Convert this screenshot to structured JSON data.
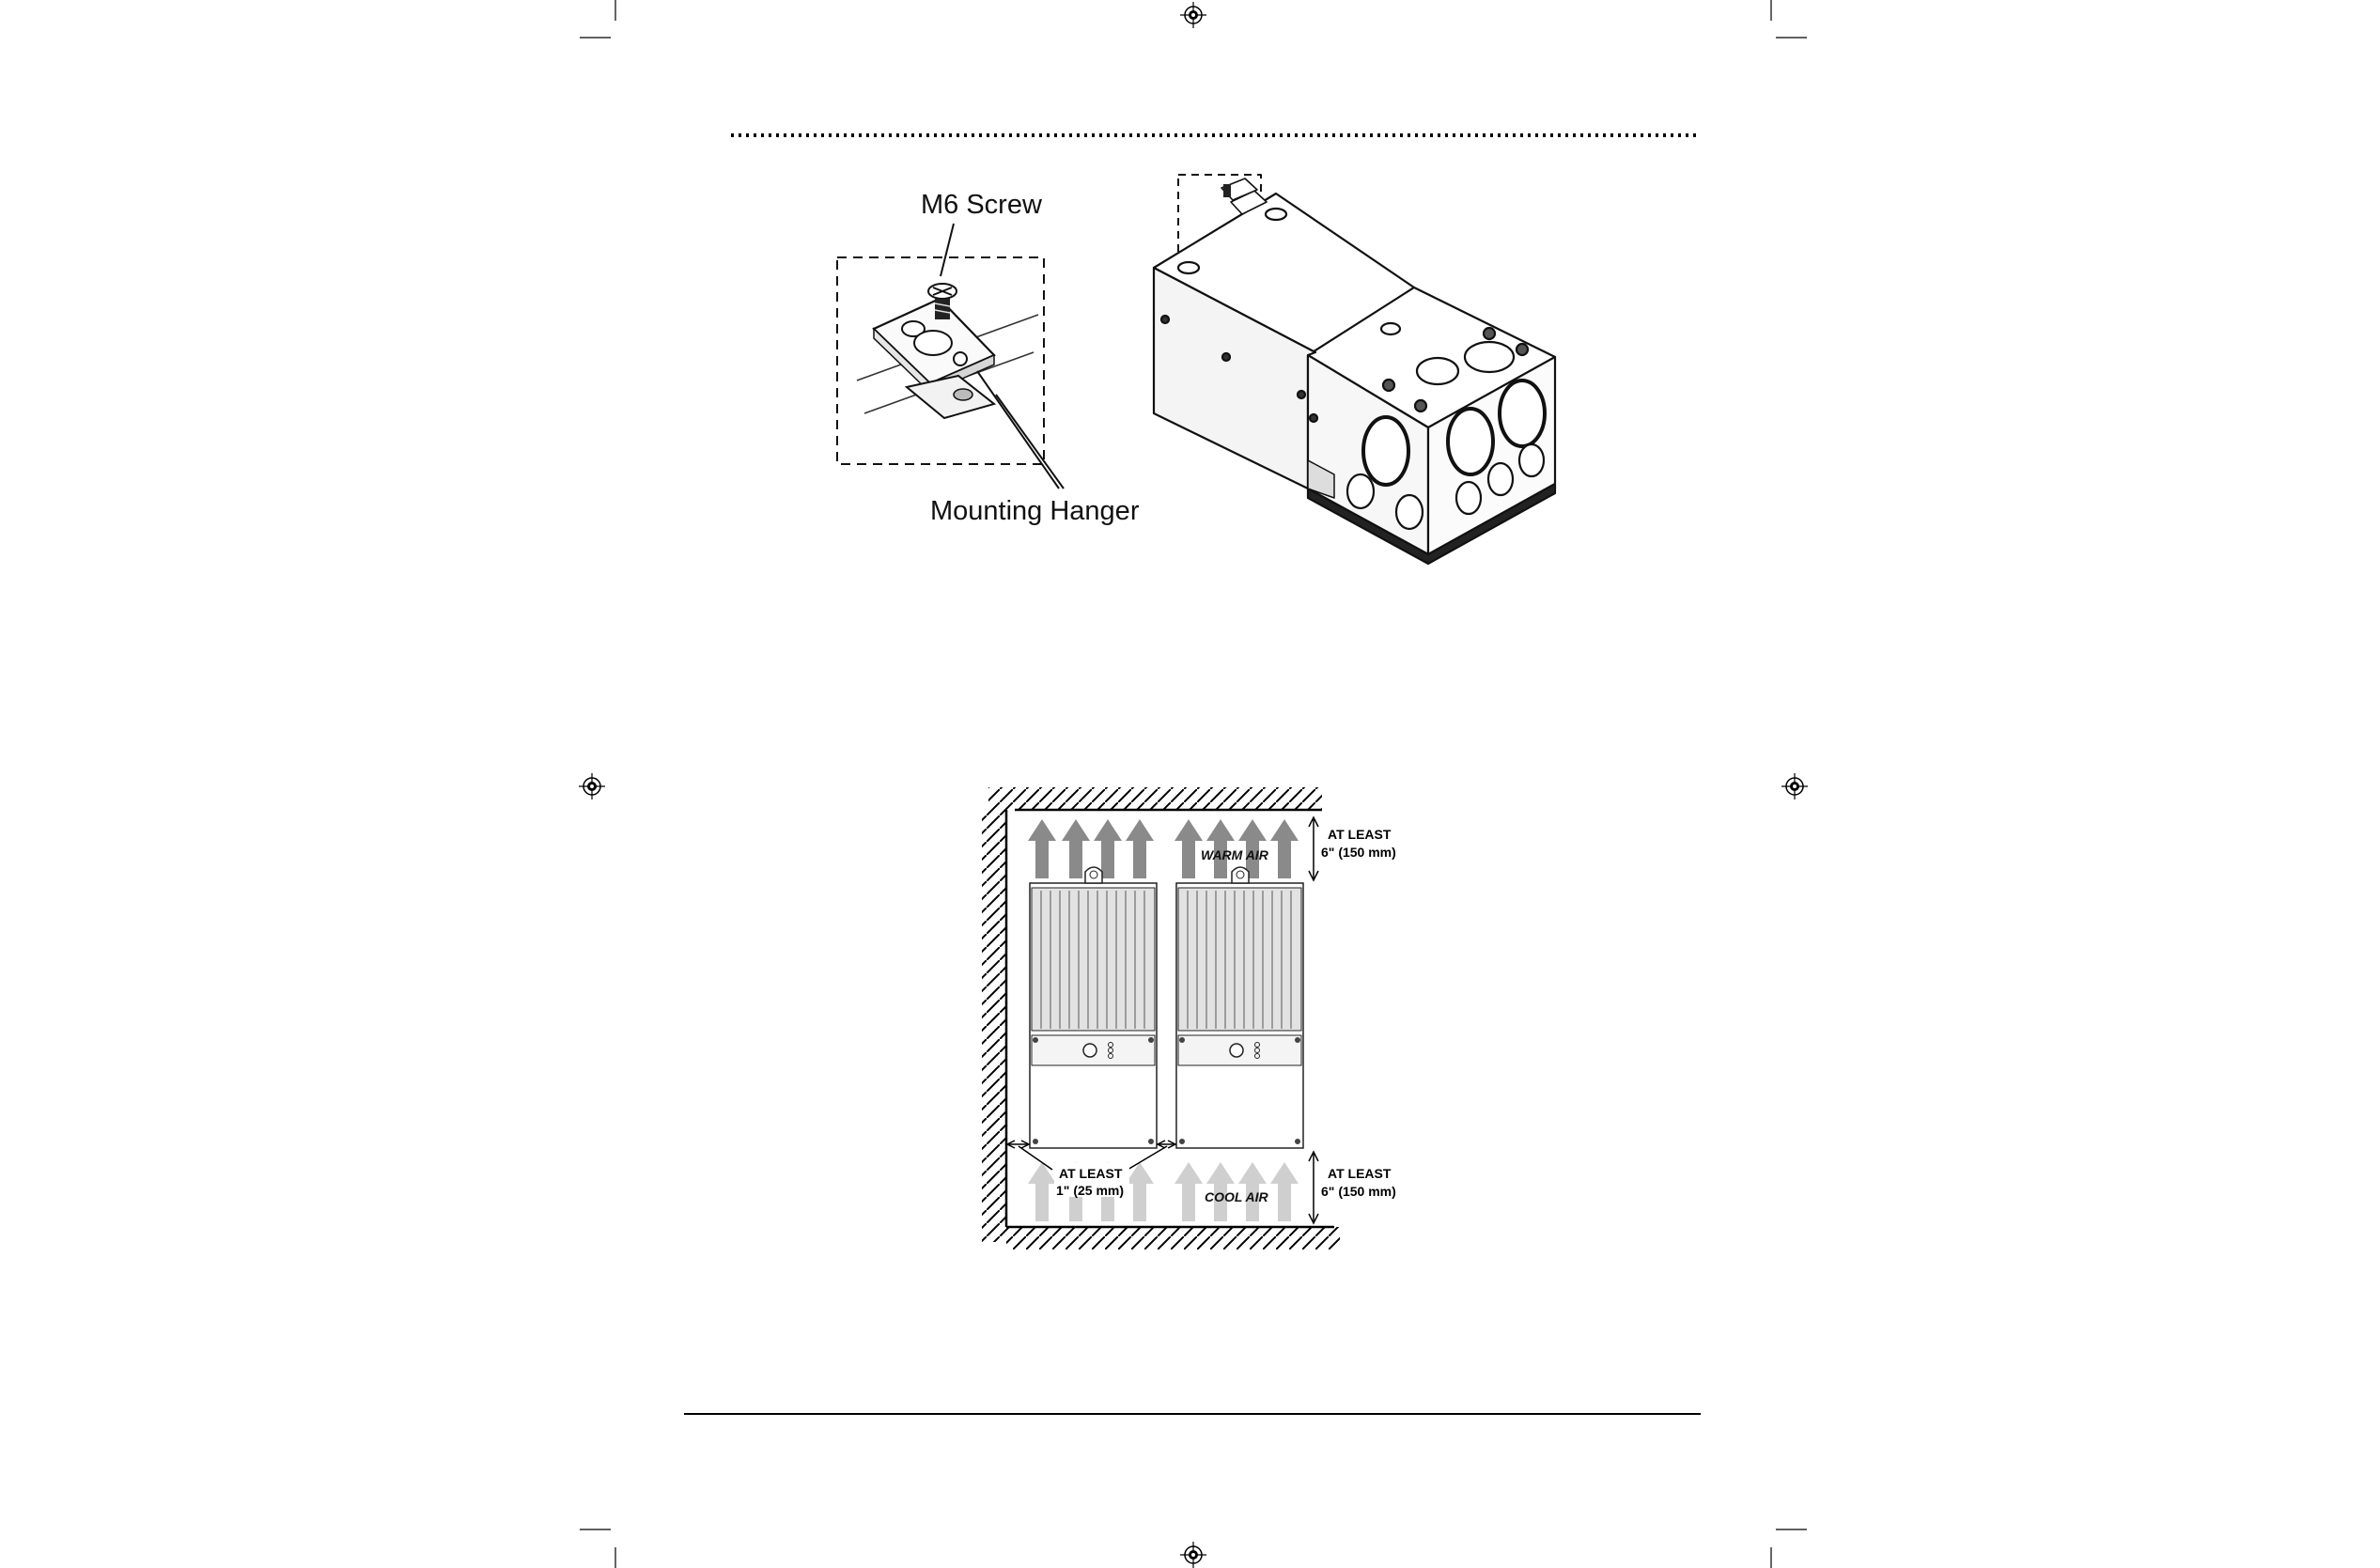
{
  "figure1": {
    "screw_label": "M6 Screw",
    "hanger_label": "Mounting Hanger"
  },
  "figure2": {
    "warm_air_label": "WARM AIR",
    "cool_air_label": "COOL AIR",
    "top_clearance_line1": "AT LEAST",
    "top_clearance_line2": "6\" (150 mm)",
    "bottom_clearance_line1": "AT LEAST",
    "bottom_clearance_line2": "6\" (150 mm)",
    "side_clearance_line1": "AT LEAST",
    "side_clearance_line2": "1\" (25 mm)"
  },
  "colors": {
    "warm_arrow": "#8a8a8a",
    "cool_arrow": "#cfcfcf",
    "line": "#111111"
  }
}
